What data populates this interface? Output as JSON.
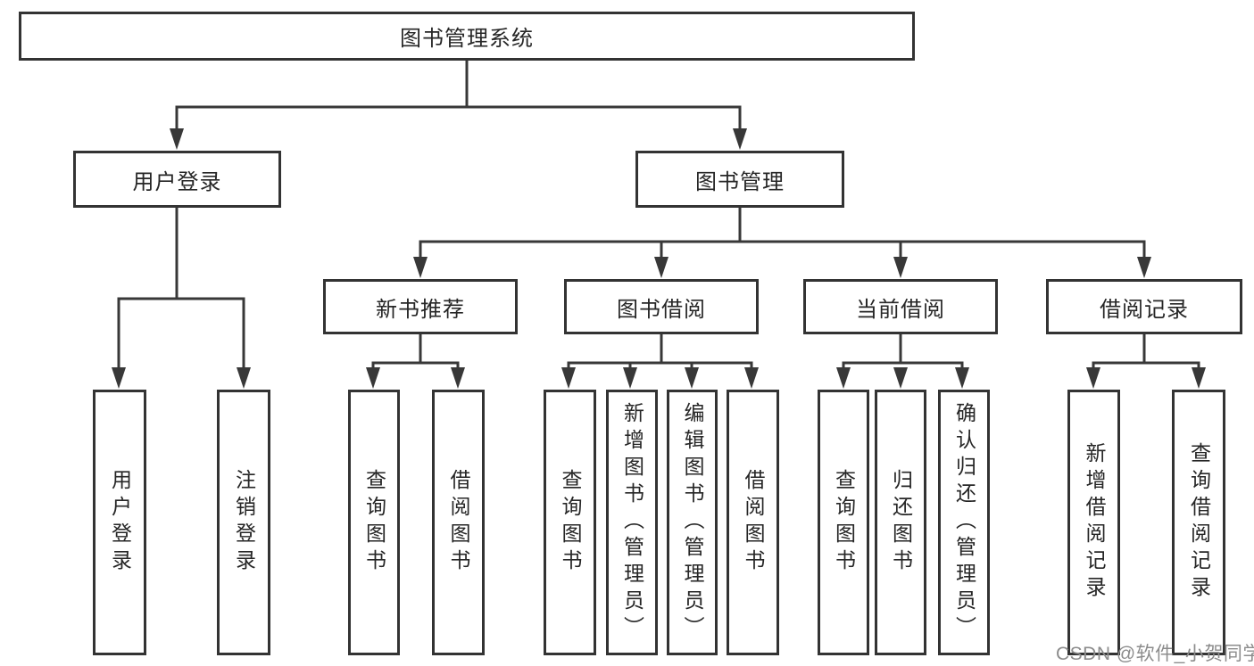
{
  "nodes": {
    "root": "图书管理系统",
    "user_login": "用户登录",
    "book_mgmt": "图书管理",
    "new_book": "新书推荐",
    "book_borrow": "图书借阅",
    "current_borrow": "当前借阅",
    "borrow_record": "借阅记录"
  },
  "leaves": {
    "user_login": [
      "用户登录",
      "注销登录"
    ],
    "new_book": [
      "查询图书",
      "借阅图书"
    ],
    "book_borrow": [
      "查询图书",
      "新增图书（管理员）",
      "编辑图书（管理员）",
      "借阅图书"
    ],
    "current_borrow": [
      "查询图书",
      "归还图书",
      "确认归还（管理员）"
    ],
    "borrow_record": [
      "新增借阅记录",
      "查询借阅记录"
    ]
  },
  "watermark": "CSDN @软件_小贺同学",
  "colors": {
    "line": "#383838",
    "border": "#333333",
    "text": "#262626",
    "watermark_text": "#8c8c8c"
  }
}
